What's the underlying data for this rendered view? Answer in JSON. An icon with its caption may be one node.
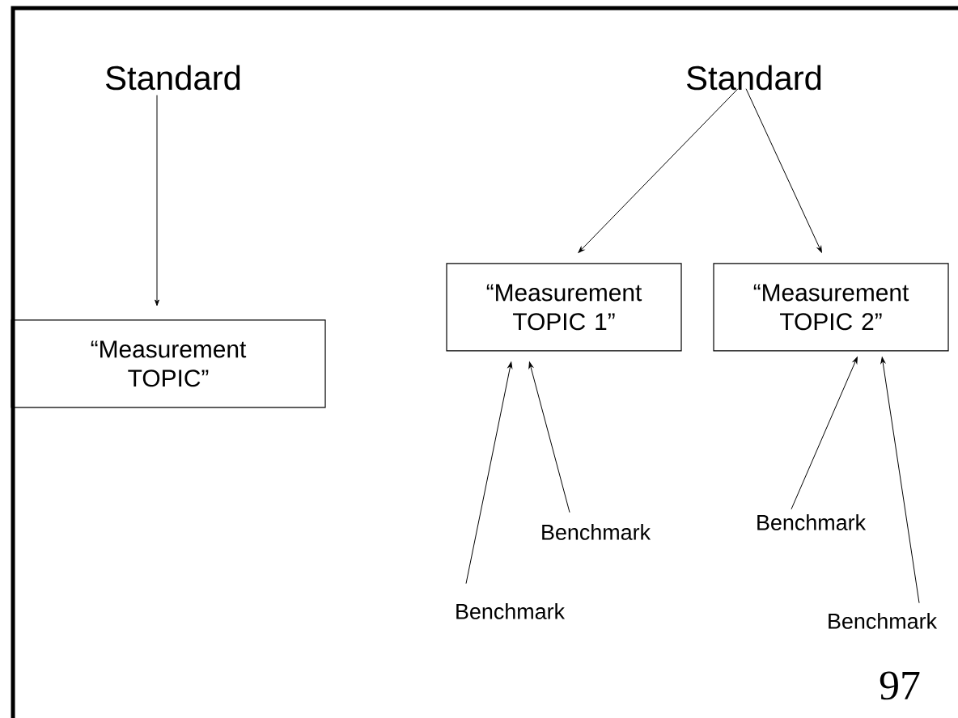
{
  "diagram": {
    "nodes": [
      {
        "text": [
          "Standard"
        ]
      },
      {
        "text": [
          "“Measurement TOPIC”"
        ]
      },
      {
        "text": [
          "Standard"
        ]
      },
      {
        "text": [
          "“Measurement TOPIC 1”"
        ]
      },
      {
        "text": [
          "“Measurement TOPIC 2”"
        ]
      },
      {
        "text": [
          "Benchmark"
        ]
      },
      {
        "text": [
          "Benchmark"
        ]
      },
      {
        "text": [
          "Benchmark"
        ]
      },
      {
        "text": [
          "Benchmark"
        ]
      }
    ],
    "edges": [
      {
        "from": 0,
        "to": 1,
        "arrow": "to"
      },
      {
        "from": 2,
        "to": 3,
        "arrow": "to"
      },
      {
        "from": 2,
        "to": 4,
        "arrow": "to"
      },
      {
        "from": 6,
        "to": 3,
        "arrow": "to"
      },
      {
        "from": 5,
        "to": 3,
        "arrow": "to"
      },
      {
        "from": 7,
        "to": 4,
        "arrow": "to"
      },
      {
        "from": 8,
        "to": 4,
        "arrow": "to"
      }
    ],
    "labels": [
      "97"
    ]
  }
}
